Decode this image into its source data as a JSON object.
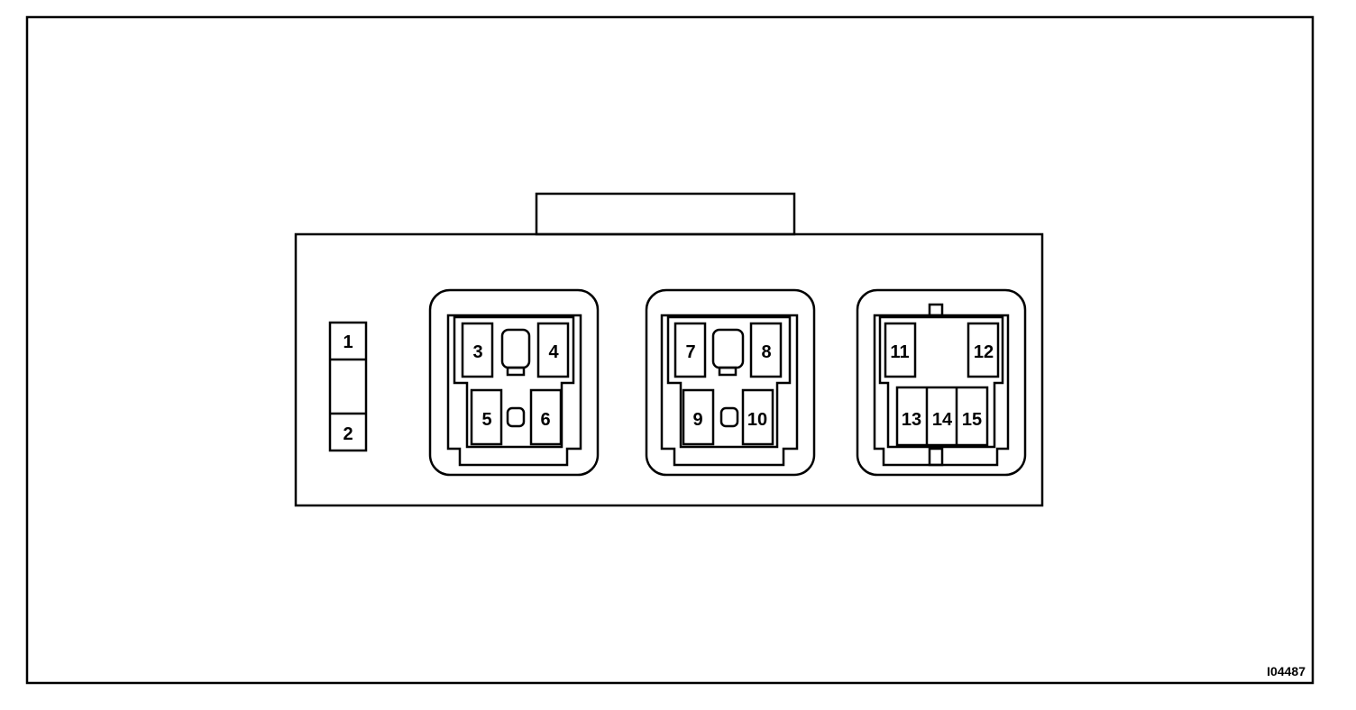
{
  "diagram": {
    "figure_code": "I04487",
    "pins": {
      "p1": "1",
      "p2": "2",
      "p3": "3",
      "p4": "4",
      "p5": "5",
      "p6": "6",
      "p7": "7",
      "p8": "8",
      "p9": "9",
      "p10": "10",
      "p11": "11",
      "p12": "12",
      "p13": "13",
      "p14": "14",
      "p15": "15"
    }
  }
}
